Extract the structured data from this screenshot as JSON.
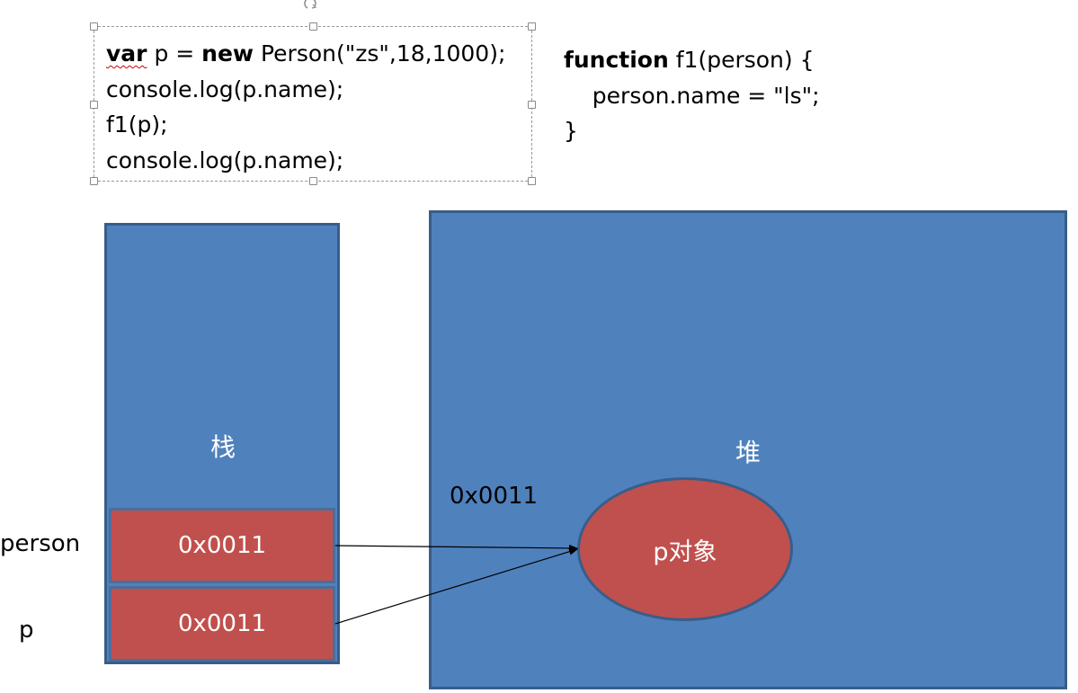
{
  "code_block": {
    "line1": {
      "kw_var": "var",
      "mid": " p = ",
      "kw_new": "new",
      "rest": " Person(\"zs\",18,1000);"
    },
    "line2": "console.log(p.name);",
    "line3": "f1(p);",
    "line4": "console.log(p.name);"
  },
  "function_block": {
    "kw_function": "function",
    "signature": " f1(person) {",
    "body": "    person.name = \"ls\";",
    "close": "}"
  },
  "stack": {
    "label": "栈",
    "cells": [
      {
        "side_label": "person",
        "value": "0x0011"
      },
      {
        "side_label": "p",
        "value": "0x0011"
      }
    ]
  },
  "heap": {
    "label": "堆",
    "address": "0x0011",
    "object_label": "p对象"
  },
  "colors": {
    "region_fill": "#4f81bd",
    "region_border": "#385d8a",
    "cell_fill": "#c0504d",
    "arrow": "#000000"
  }
}
